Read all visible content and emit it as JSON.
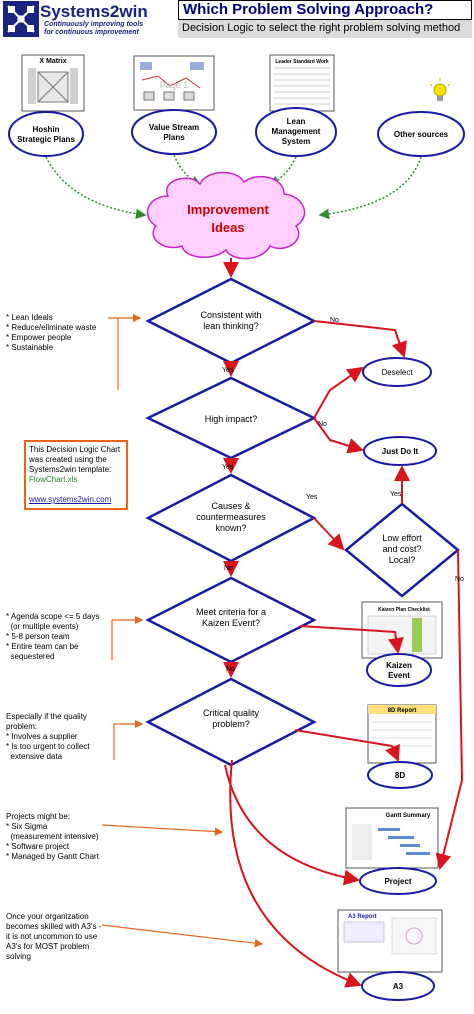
{
  "header": {
    "logo_title": "Systems2win",
    "logo_tagline_1": "Continuously improving tools",
    "logo_tagline_2": "for continuous improvement",
    "title": "Which Problem Solving Approach?",
    "subtitle": "Decision Logic to select the right problem solving method"
  },
  "sources": [
    {
      "label_1": "Hoshin",
      "label_2": "Strategic Plans",
      "thumb_caption": "X Matrix"
    },
    {
      "label_1": "Value Stream",
      "label_2": "Plans",
      "thumb_caption": "Page 1"
    },
    {
      "label_1": "Lean",
      "label_2": "Management",
      "label_3": "System",
      "thumb_caption": "Leader Standard Work"
    },
    {
      "label_1": "Other sources"
    }
  ],
  "cloud": {
    "line_1": "Improvement",
    "line_2": "Ideas"
  },
  "decisions": {
    "lean": {
      "line_1": "Consistent with",
      "line_2": "lean thinking?"
    },
    "impact": {
      "line_1": "High impact?"
    },
    "causes": {
      "line_1": "Causes &",
      "line_2": "countermeasures",
      "line_3": "known?"
    },
    "effort": {
      "line_1": "Low effort",
      "line_2": "and cost?",
      "line_3": "Local?"
    },
    "kaizen": {
      "line_1": "Meet criteria for a",
      "line_2": "Kaizen Event?"
    },
    "quality": {
      "line_1": "Critical quality",
      "line_2": "problem?"
    }
  },
  "endpoints": {
    "deselect": "Deselect",
    "just_do_it": "Just Do It",
    "kaizen_1": "Kaizen",
    "kaizen_2": "Event",
    "eight_d": "8D",
    "project": "Project",
    "a3": "A3"
  },
  "thumbnails": {
    "kaizen": "Kaizen Plan Checklist",
    "eight_d": "8D Report",
    "gantt": "Gantt Summary",
    "a3": "A3 Report"
  },
  "edge_labels": {
    "yes": "Yes",
    "no": "No"
  },
  "notes": {
    "lean": "* Lean Ideals\n* Reduce/eliminate waste\n* Empower people\n* Sustainable",
    "info_1": "This Decision Logic Chart",
    "info_2": "was created using the",
    "info_3": "Systems2win template:",
    "info_file": "FlowChart.xls",
    "info_url": "www.systems2win.com",
    "kaizen": "* Agenda scope <= 5 days\n  (or multiple events)\n* 5-8 person team\n* Entire team can be\n  sequestered",
    "quality": "Especially if the quality\nproblem:\n* Involves a supplier\n* Is too urgent to collect\n  extensive data",
    "project": "Projects might be:\n* Six Sigma\n  (measurement intensive)\n* Software project\n* Managed by Gantt Chart",
    "a3": "Once your organization\nbecomes skilled with A3's -\nit is not uncommon to use\nA3's for MOST problem\nsolving"
  },
  "colors": {
    "brand": "#1a237e",
    "title": "#000080",
    "decision_stroke": "#1a1aa6",
    "flow_arrow": "#d8141d",
    "feed_arrow": "#2e8b2e",
    "note_bracket": "#e8641a",
    "cloud_fill": "#ffd0ff",
    "cloud_text": "#d00000",
    "info_border": "#e8641a",
    "file_text": "#1a8a1a"
  }
}
